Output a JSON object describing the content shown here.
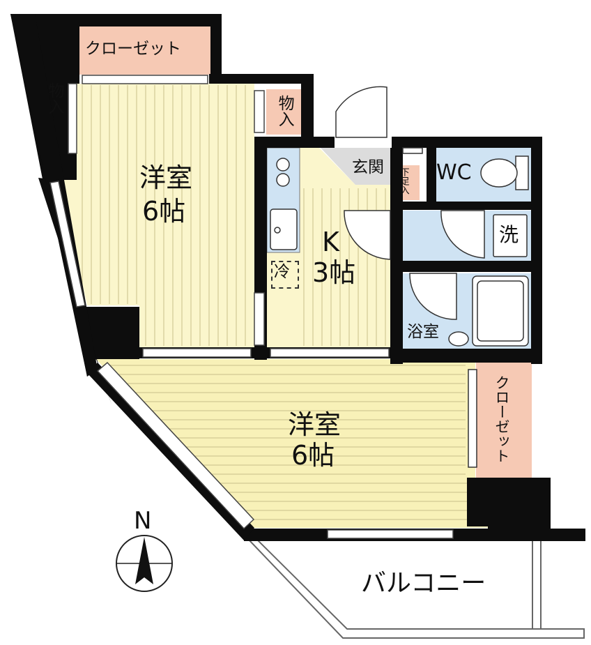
{
  "labels": {
    "closet_top": "クローゼット",
    "storage_left": "物入",
    "storage_mid": "物入",
    "bedroom1_name": "洋室",
    "bedroom1_size": "6帖",
    "kitchen_name": "K",
    "kitchen_size": "3帖",
    "fridge": "冷",
    "entrance": "玄関",
    "shoe_storage": "下足入",
    "wc": "WC",
    "washer": "洗",
    "bath": "浴室",
    "closet_right": "クローゼット",
    "bedroom2_name": "洋室",
    "bedroom2_size": "6帖",
    "balcony": "バルコニー",
    "north": "N"
  },
  "colors": {
    "wall": "#0d0d0d",
    "closet_fill": "#f6c9b4",
    "floor_fill": "#fbf6cc",
    "floor_line": "#c9c08a",
    "wet_fill": "#cfe3f3",
    "entrance_fill": "#dcdcdc"
  }
}
